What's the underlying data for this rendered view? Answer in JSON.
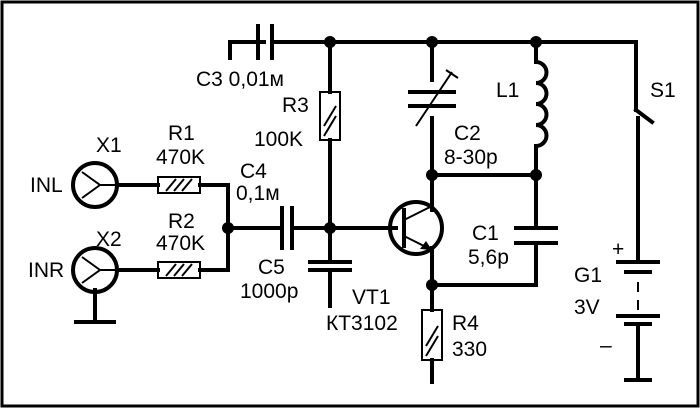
{
  "labels": {
    "c3": "C3 0,01м",
    "r3_name": "R3",
    "r3_val": "100K",
    "l1": "L1",
    "s1": "S1",
    "c2_name": "C2",
    "c2_val": "8-30p",
    "x1": "X1",
    "r1_name": "R1",
    "r1_val": "470K",
    "c4_name": "C4",
    "c4_val": "0,1м",
    "inl": "INL",
    "x2": "X2",
    "r2_name": "R2",
    "r2_val": "470K",
    "c1_name": "C1",
    "c1_val": "5,6p",
    "inr": "INR",
    "c5_name": "C5",
    "c5_val": "1000p",
    "plus": "+",
    "g1_name": "G1",
    "g1_val": "3V",
    "vt1_name": "VT1",
    "vt1_val": "КТ3102",
    "r4_name": "R4",
    "r4_val": "330",
    "minus": "–"
  }
}
